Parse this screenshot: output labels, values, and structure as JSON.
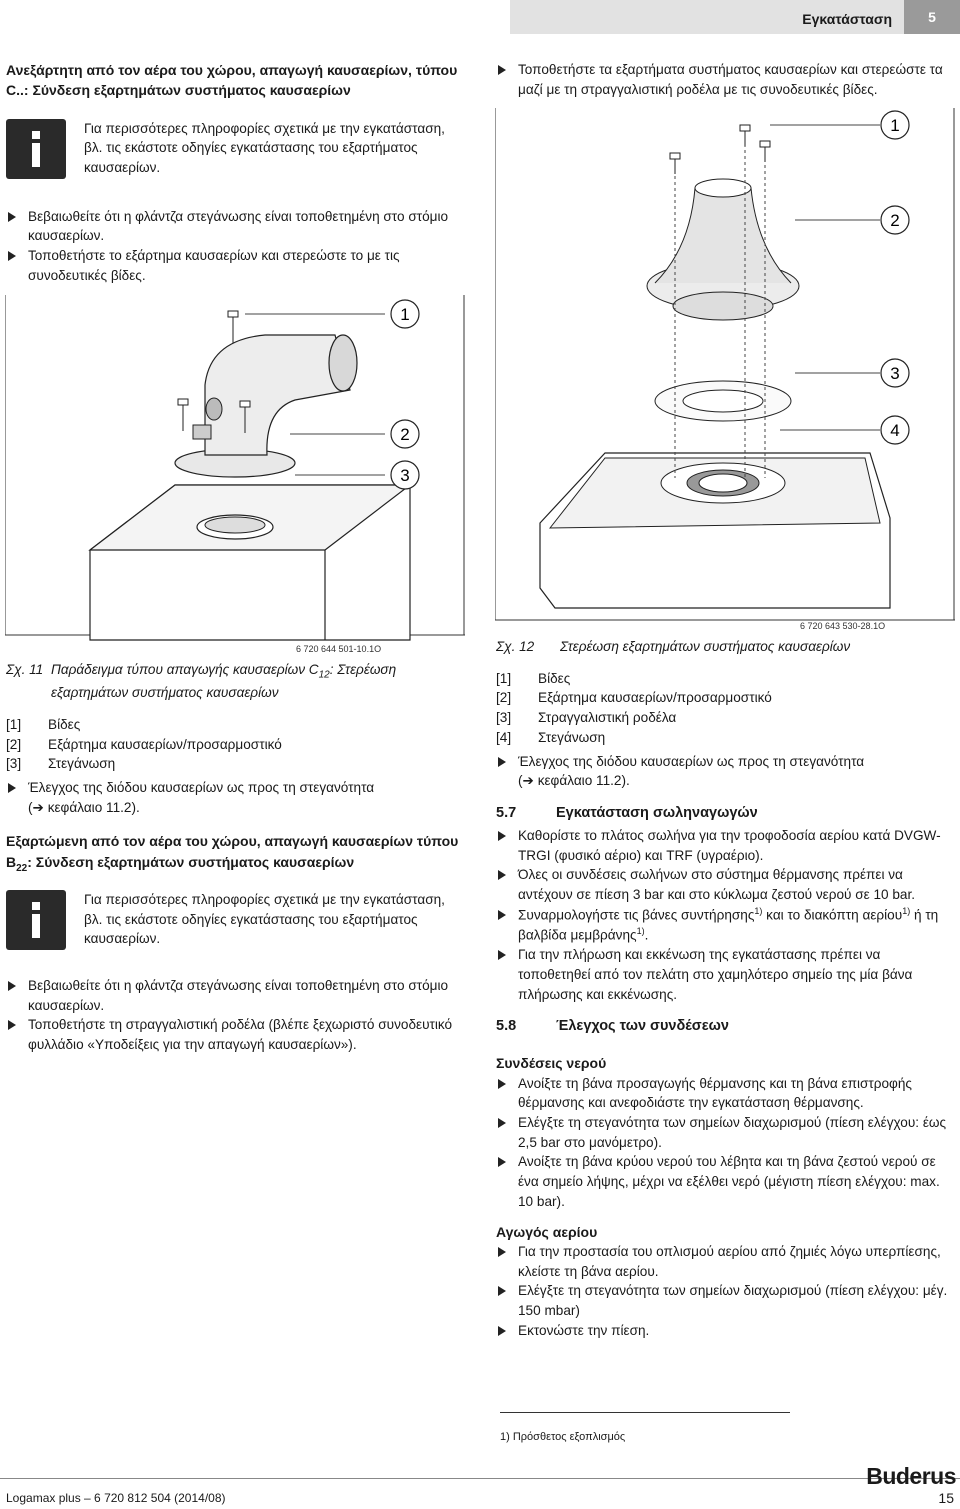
{
  "header": {
    "title": "Εγκατάσταση",
    "page_number": "5"
  },
  "left": {
    "heading1": "Ανεξάρτητη από τον αέρα του χώρου, απαγωγή καυσαερίων, τύπου C..: Σύνδεση εξαρτημάτων συστήματος καυσαερίων",
    "info1": "Για περισσότερες πληροφορίες σχετικά με την εγκατάσταση, βλ. τις εκάστοτε οδηγίες εγκατάστασης του εξαρτήματος καυσαερίων.",
    "bullets1": [
      "Βεβαιωθείτε ότι η φλάντζα στεγάνωσης είναι τοποθετημένη στο στόμιο καυσαερίων.",
      "Τοποθετήστε το εξάρτημα καυσαερίων και στερεώστε το με τις συνοδευτικές βίδες."
    ],
    "fig11": {
      "callouts": [
        "1",
        "2",
        "3"
      ],
      "code": "6 720 644 501-10.1O",
      "caption_label": "Σχ. 11",
      "caption_text": "Παράδειγμα τύπου απαγωγής καυσαερίων C",
      "caption_sub": "12",
      "caption_text2": ": Στερέωση εξαρτημάτων συστήματος καυσαερίων"
    },
    "legend": [
      {
        "num": "[1]",
        "text": "Βίδες"
      },
      {
        "num": "[2]",
        "text": "Εξάρτημα καυσαερίων/προσαρμοστικό"
      },
      {
        "num": "[3]",
        "text": "Στεγάνωση"
      }
    ],
    "check_bullet": "Έλεγχος της διόδου καυσαερίων ως προς τη στεγανότητα",
    "check_ref": "(➔ κεφάλαιο 11.2).",
    "heading2": "Εξαρτώμενη από τον αέρα του χώρου, απαγωγή καυσαερίων τύπου",
    "heading2_b": "B",
    "heading2_sub": "22",
    "heading2_rest": ": Σύνδεση εξαρτημάτων συστήματος καυσαερίων",
    "info2": "Για περισσότερες πληροφορίες σχετικά με την εγκατάσταση, βλ. τις εκάστοτε οδηγίες εγκατάστασης του εξαρτήματος καυσαερίων.",
    "bullets2": [
      "Βεβαιωθείτε ότι η φλάντζα στεγάνωσης είναι τοποθετημένη στο στόμιο καυσαερίων.",
      "Τοποθετήστε τη στραγγαλιστική ροδέλα (βλέπε ξεχωριστό συνοδευτικό φυλλάδιο «Υποδείξεις για την απαγωγή καυσαερίων»)."
    ]
  },
  "right": {
    "bullet_top": "Τοποθετήστε τα εξαρτήματα συστήματος καυσαερίων και στερεώστε τα μαζί με τη στραγγαλιστική ροδέλα με τις συνοδευτικές βίδες.",
    "fig12": {
      "callouts": [
        "1",
        "2",
        "3",
        "4"
      ],
      "code": "6 720 643 530-28.1O",
      "caption_label": "Σχ. 12",
      "caption_text": "Στερέωση εξαρτημάτων συστήματος καυσαερίων"
    },
    "legend": [
      {
        "num": "[1]",
        "text": "Βίδες"
      },
      {
        "num": "[2]",
        "text": "Εξάρτημα καυσαερίων/προσαρμοστικό"
      },
      {
        "num": "[3]",
        "text": "Στραγγαλιστική ροδέλα"
      },
      {
        "num": "[4]",
        "text": "Στεγάνωση"
      }
    ],
    "check_bullet": "Έλεγχος της διόδου καυσαερίων ως προς τη στεγανότητα",
    "check_ref": "(➔ κεφάλαιο 11.2).",
    "sec57_num": "5.7",
    "sec57_title": "Εγκατάσταση σωληναγωγών",
    "sec57_bullets": [
      "Καθορίστε το πλάτος σωλήνα για την τροφοδοσία αερίου κατά DVGW-TRGI (φυσικό αέριο) και TRF (υγραέριο).",
      "Όλες οι συνδέσεις σωλήνων στο σύστημα θέρμανσης πρέπει να αντέχουν σε πίεση 3 bar και στο κύκλωμα ζεστού νερού σε 10 bar."
    ],
    "sec57_b3_a": "Συναρμολογήστε τις βάνες συντήρησης",
    "sec57_b3_sup1": "1)",
    "sec57_b3_b": " και το διακόπτη αερίου",
    "sec57_b3_sup2": "1)",
    "sec57_b3_c": " ή τη βαλβίδα μεμβράνης",
    "sec57_b3_sup3": "1)",
    "sec57_b3_d": ".",
    "sec57_b4": "Για την πλήρωση και εκκένωση της εγκατάστασης πρέπει να τοποθετηθεί από τον πελάτη στο χαμηλότερο σημείο της μία βάνα πλήρωσης και εκκένωσης.",
    "sec58_num": "5.8",
    "sec58_title": "Έλεγχος των συνδέσεων",
    "water_heading": "Συνδέσεις νερού",
    "water_bullets": [
      "Ανοίξτε τη βάνα προσαγωγής θέρμανσης και τη βάνα επιστροφής θέρμανσης και ανεφοδιάστε την εγκατάσταση θέρμανσης.",
      "Ελέγξτε τη στεγανότητα των σημείων διαχωρισμού (πίεση ελέγχου: έως 2,5 bar στο μανόμετρο).",
      "Ανοίξτε τη βάνα κρύου νερού του λέβητα και τη βάνα ζεστού νερού σε ένα σημείο λήψης, μέχρι να εξέλθει νερό (μέγιστη πίεση ελέγχου: max. 10 bar)."
    ],
    "gas_heading": "Αγωγός αερίου",
    "gas_bullets": [
      "Για την προστασία του οπλισμού αερίου από ζημιές λόγω υπερπίεσης, κλείστε τη βάνα αερίου.",
      "Ελέγξτε τη στεγανότητα των σημείων διαχωρισμού (πίεση ελέγχου: μέγ. 150 mbar)",
      "Εκτονώστε την πίεση."
    ],
    "footnote": "1)  Πρόσθετος εξοπλισμός"
  },
  "footer": {
    "doc": "Logamax plus – 6 720 812 504 (2014/08)",
    "logo": "Buderus",
    "page": "15"
  }
}
